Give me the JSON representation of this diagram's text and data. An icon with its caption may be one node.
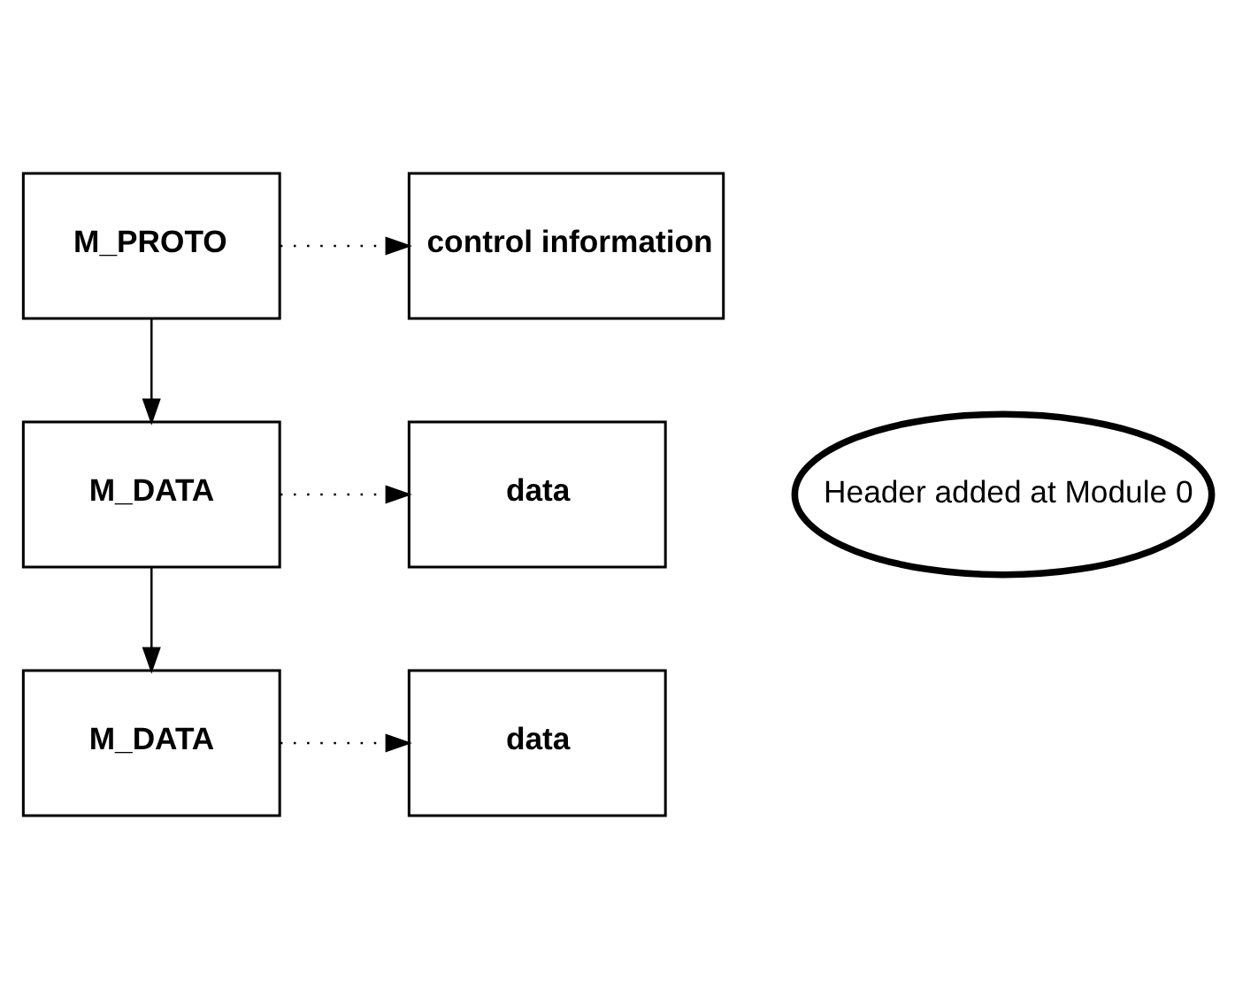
{
  "diagram": {
    "nodes": [
      {
        "text": [
          "M_PROTO"
        ]
      },
      {
        "text": [
          "control information"
        ]
      },
      {
        "text": [
          "Header added at Module 0"
        ]
      },
      {
        "text": [
          "M_DATA"
        ]
      },
      {
        "text": [
          "data"
        ]
      },
      {
        "text": [
          "M_DATA"
        ]
      },
      {
        "text": [
          "data"
        ]
      }
    ],
    "edges": [
      {
        "from": 0,
        "to": 1,
        "arrow": "to",
        "style": "dashed"
      },
      {
        "from": 0,
        "to": 3,
        "arrow": "to"
      },
      {
        "from": 3,
        "to": 4,
        "arrow": "to",
        "style": "dashed"
      },
      {
        "from": 3,
        "to": 5,
        "arrow": "to"
      },
      {
        "from": 5,
        "to": 6,
        "arrow": "to",
        "style": "dashed"
      }
    ]
  }
}
